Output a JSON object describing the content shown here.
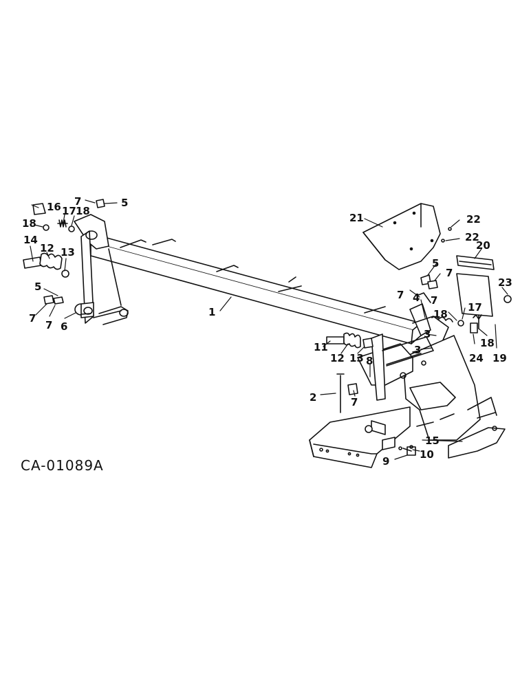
{
  "figure_code": "CA-01089A",
  "callouts": [
    "1",
    "2",
    "3",
    "3",
    "4",
    "5",
    "5",
    "5",
    "6",
    "7",
    "7",
    "7",
    "7",
    "7",
    "7",
    "7",
    "8",
    "9",
    "10",
    "11",
    "12",
    "12",
    "13",
    "13",
    "14",
    "15",
    "16",
    "17",
    "17",
    "18",
    "18",
    "18",
    "18",
    "19",
    "20",
    "21",
    "22",
    "22",
    "23",
    "24"
  ]
}
